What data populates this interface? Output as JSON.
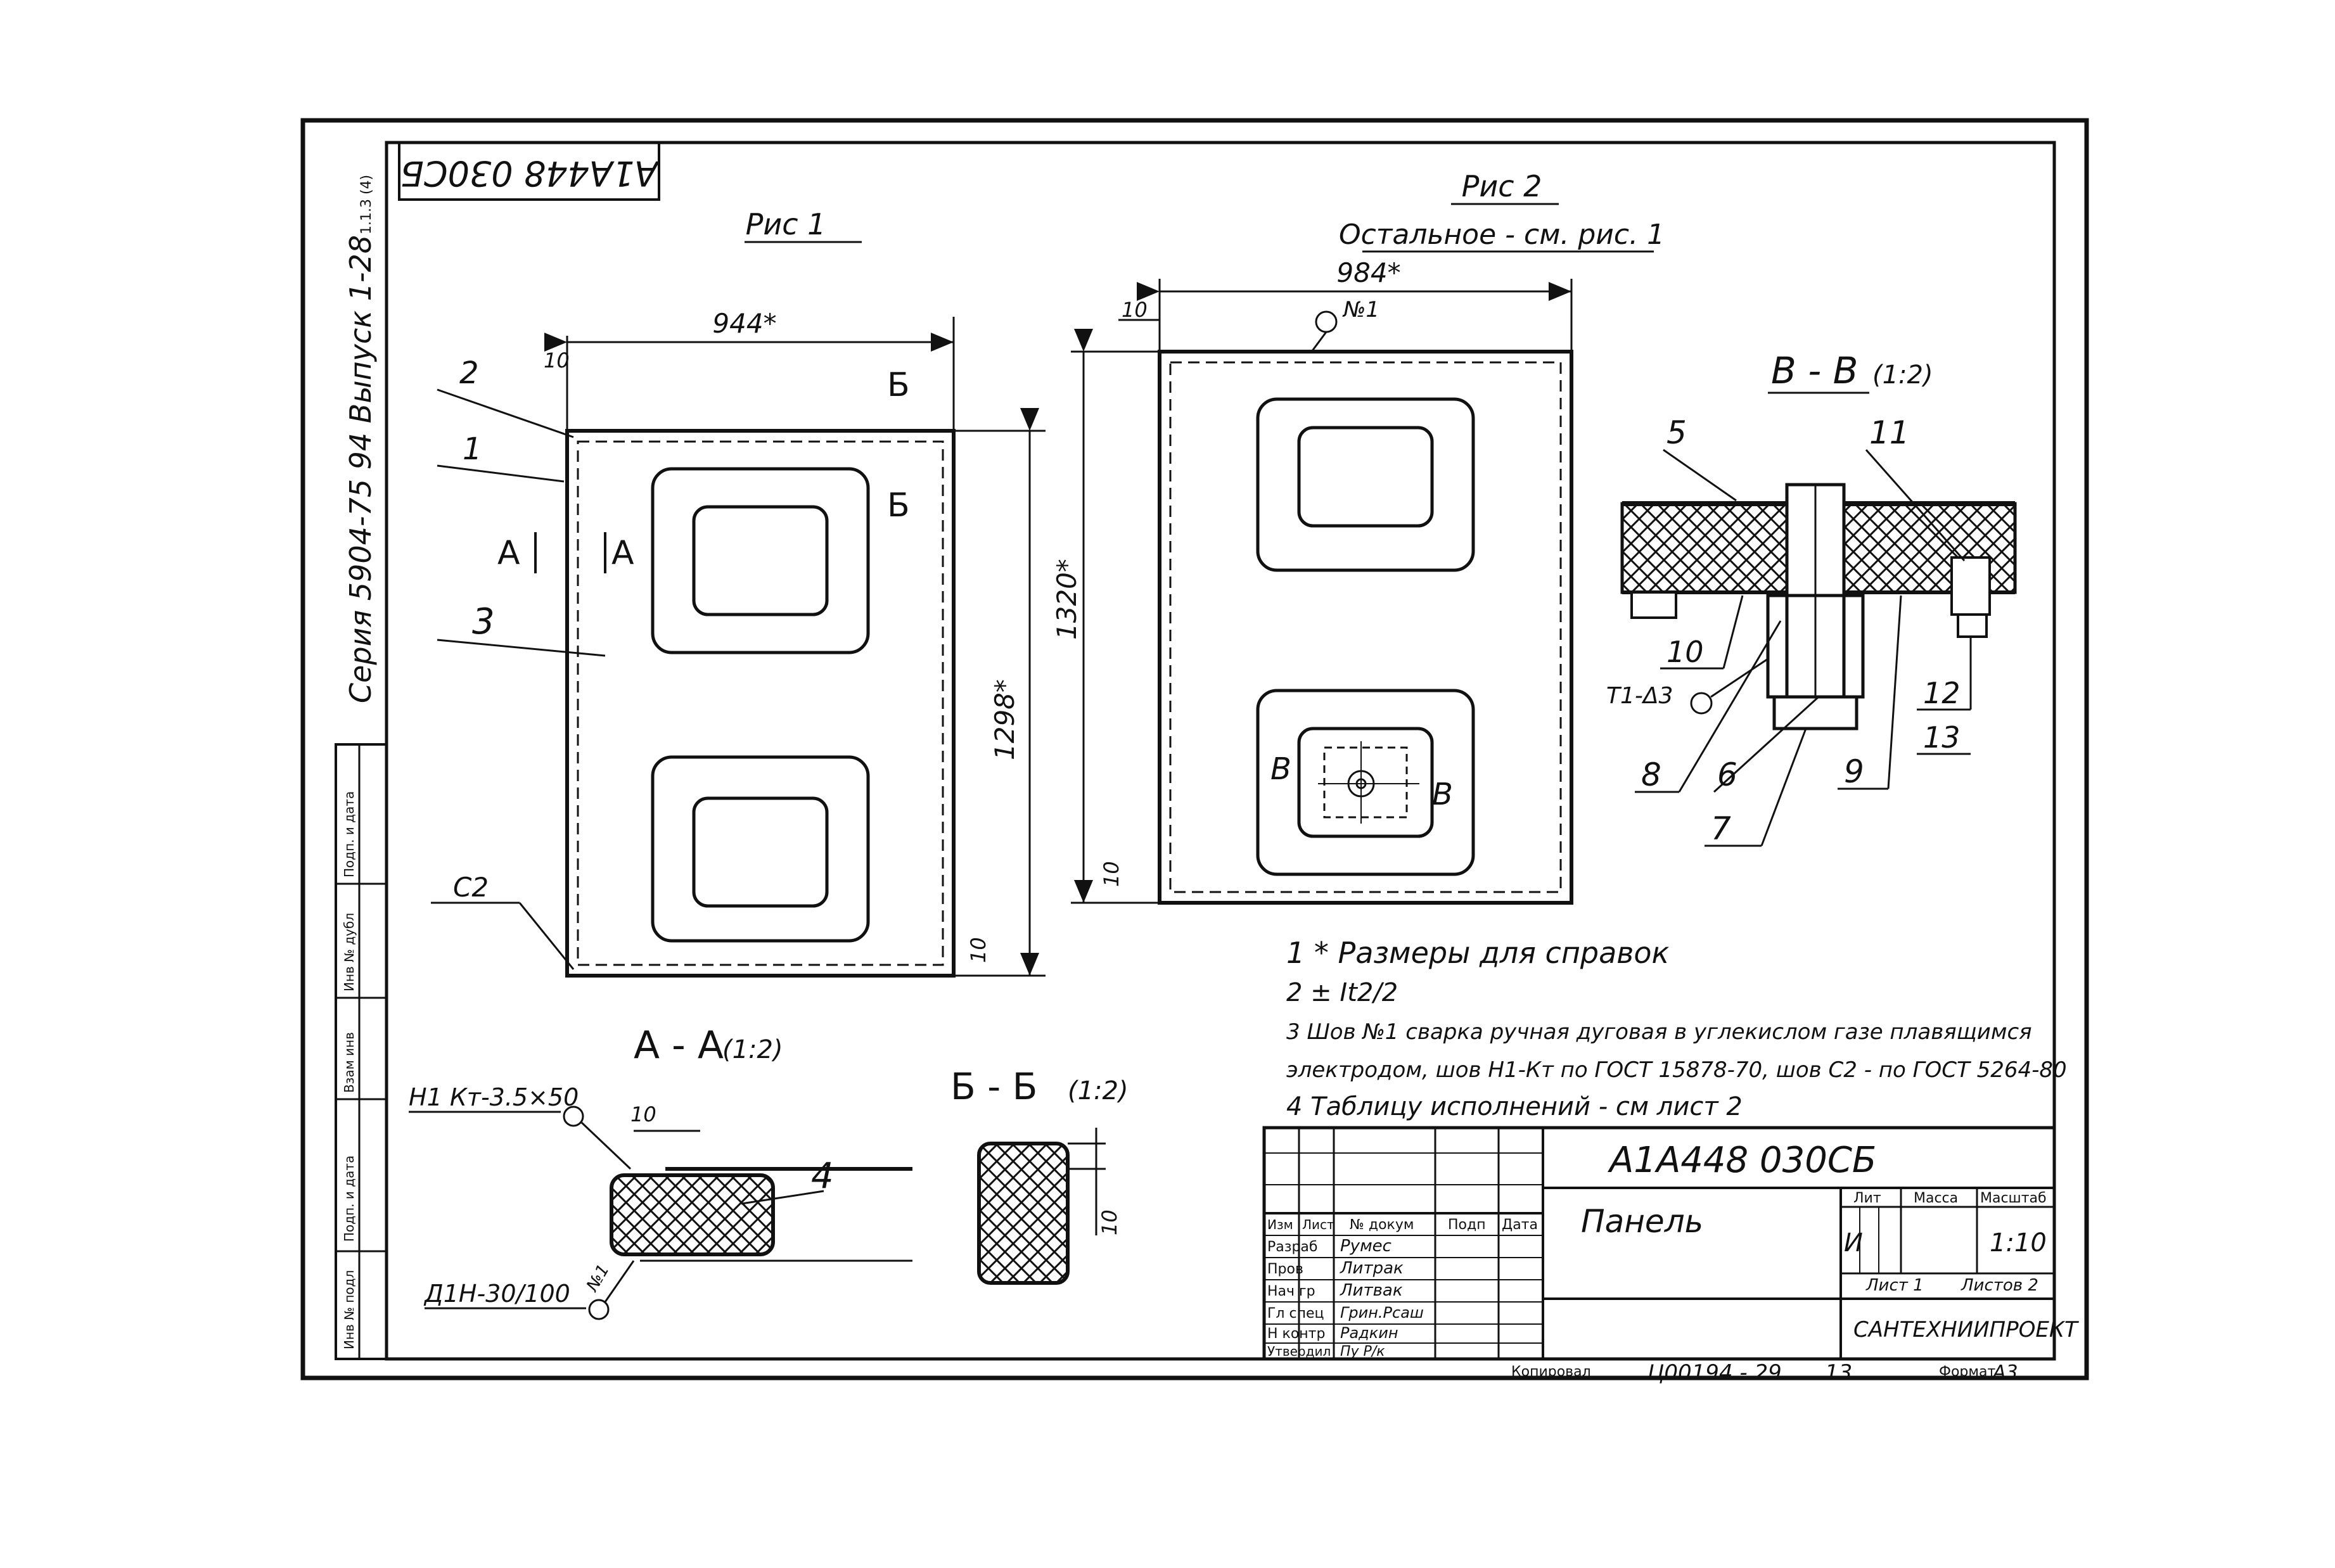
{
  "stamp_code": "А1А448 030СБ",
  "side_text": {
    "series": "Серия 5904-75 94 Выпуск 1-28",
    "small": "1.1.3 (4)"
  },
  "left_strip_labels": [
    "Инв № подл",
    "Подп. и дата",
    "Взам инв",
    "Инв № дубл",
    "Подп. и дата"
  ],
  "fig1": {
    "title": "Рис 1",
    "dim_width": "944*",
    "dim_edge": "10",
    "dim_height": "1298*",
    "dim_bottom": "10",
    "section_letter_a": "А",
    "section_letter_b": "Б",
    "callouts": [
      "2",
      "1",
      "3",
      "С2"
    ]
  },
  "fig2": {
    "title": "Рис 2",
    "subtitle": "Остальное - см. рис. 1",
    "dim_width": "984*",
    "dim_edge": "10",
    "dim_height": "1320*",
    "dim_bottom": "10",
    "weld_label": "№1",
    "section_letter": "В"
  },
  "section_aa": {
    "title": "А - А",
    "scale": "(1:2)",
    "weld_top": "Н1 Кт-3.5×50",
    "dim": "10",
    "weld_bottom": "Д1Н-30/100",
    "weld_no": "№1",
    "callout": "4"
  },
  "section_bb": {
    "title": "Б - Б",
    "scale": "(1:2)",
    "dim": "10"
  },
  "section_vv": {
    "title": "В - В",
    "scale": "(1:2)",
    "weld_label": "Т1-Δ3",
    "callouts": [
      "5",
      "11",
      "10",
      "12",
      "13",
      "8",
      "6",
      "9",
      "7"
    ]
  },
  "notes": [
    "1 * Размеры для справок",
    "2 ± It2/2",
    "3 Шов №1 сварка ручная дуговая в углекислом газе плавящимся",
    "электродом, шов Н1-Кт по ГОСТ 15878-70, шов С2 - по ГОСТ 5264-80",
    "4 Таблицу исполнений - см лист 2"
  ],
  "title_block": {
    "doc_number": "А1А448 030СБ",
    "name": "Панель",
    "org": "САНТЕХНИИПРОЕКТ",
    "col_headers": [
      "Изм",
      "Лист",
      "№ докум",
      "Подп",
      "Дата"
    ],
    "roles": [
      "Разраб",
      "Пров",
      "Нач гр",
      "Гл спец",
      "Н контр",
      "Утвердил"
    ],
    "names": [
      "Румес",
      "Литрак",
      "Литвак",
      "Грин.Рсаш",
      "Радкин",
      "Пу Р/к"
    ],
    "lit_label": "Лит",
    "lit_value": "И",
    "mass_label": "Масса",
    "scale_label": "Масштаб",
    "scale_value": "1:10",
    "sheet_label": "Лист 1",
    "sheets_label": "Листов 2"
  },
  "footer": {
    "copied": "Копировал",
    "code": "Ц00194 - 29",
    "num": "13",
    "format_label": "Формат",
    "format_value": "А3"
  }
}
